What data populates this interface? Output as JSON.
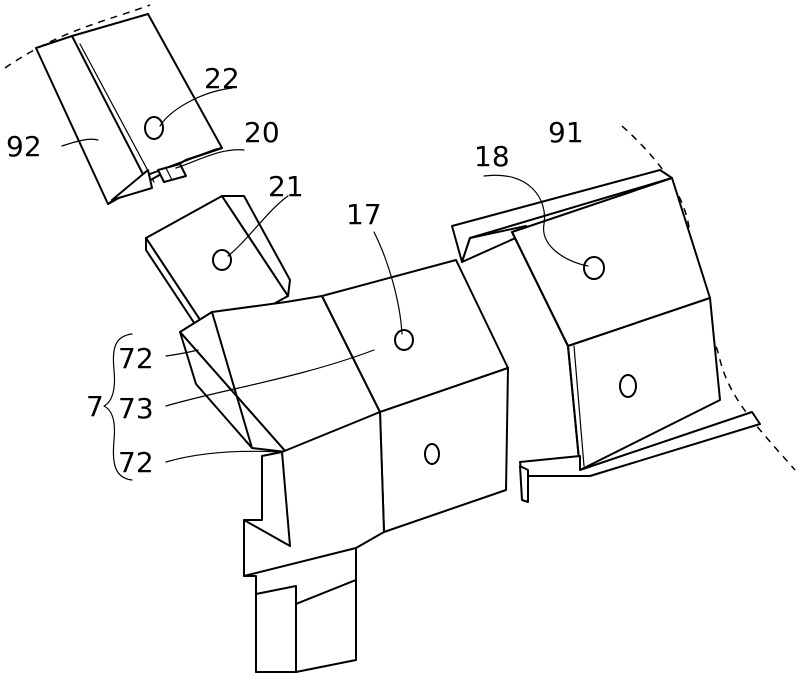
{
  "labels": {
    "l92": "92",
    "l22": "22",
    "l20": "20",
    "l21": "21",
    "l17": "17",
    "l18": "18",
    "l91": "91",
    "l7": "7",
    "l72a": "72",
    "l73": "73",
    "l72b": "72"
  },
  "colors": {
    "line": "#000000",
    "background": "#ffffff"
  }
}
